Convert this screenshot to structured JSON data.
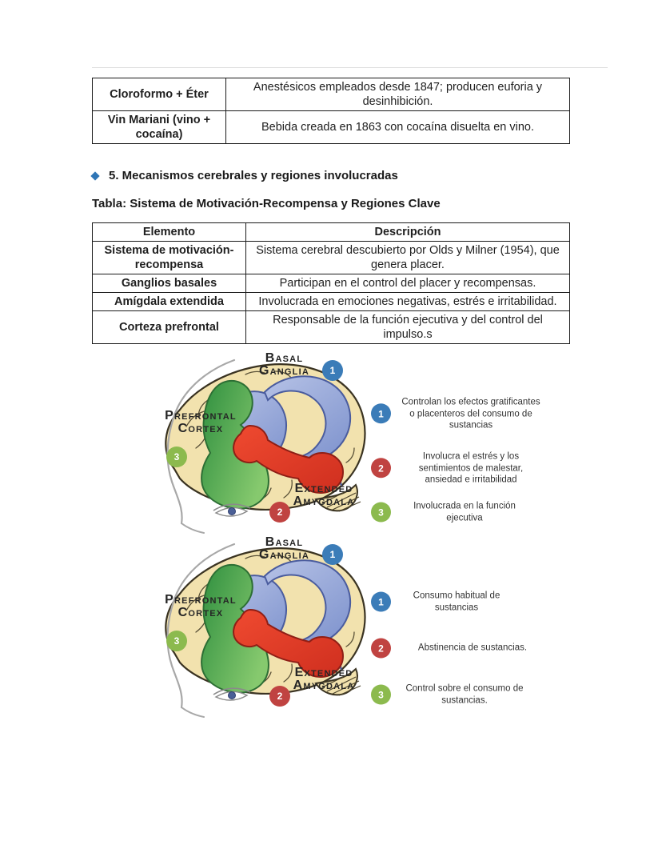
{
  "substances_table": {
    "rows": [
      {
        "term": "Cloroformo + Éter",
        "desc": "Anestésicos empleados desde 1847; producen euforia y desinhibición."
      },
      {
        "term": "Vin Mariani (vino + cocaína)",
        "desc": "Bebida creada en 1863 con cocaína disuelta en vino."
      }
    ]
  },
  "section": {
    "bullet_icon": "blue-diamond",
    "heading": "5. Mecanismos cerebrales y regiones involucradas"
  },
  "table_title": "Tabla: Sistema de Motivación-Recompensa y Regiones Clave",
  "reward_table": {
    "headers": {
      "element": "Elemento",
      "description": "Descripción"
    },
    "rows": [
      {
        "element": "Sistema de motivación-recompensa",
        "description": "Sistema cerebral descubierto por Olds y Milner (1954), que genera placer."
      },
      {
        "element": "Ganglios basales",
        "description": "Participan en el control del placer y recompensas."
      },
      {
        "element": "Amígdala extendida",
        "description": "Involucrada en emociones negativas, estrés e irritabilidad."
      },
      {
        "element": "Corteza prefrontal",
        "description": "Responsable de la función ejecutiva y del control del impulso.s"
      }
    ]
  },
  "brain_figure": {
    "labels": {
      "basal_line1": "Basal",
      "basal_line2": "Ganglia",
      "prefrontal_line1": "Prefrontal",
      "prefrontal_line2": "Cortex",
      "amygdala_line1": "Extended",
      "amygdala_line2": "Amygdala"
    },
    "markers": {
      "m1": "1",
      "m2": "2",
      "m3": "3"
    }
  },
  "diagram1": {
    "annotations": [
      {
        "num": "1",
        "color": "#3b7cb8",
        "text": "Controlan los efectos gratificantes o placenteros del consumo de sustancias"
      },
      {
        "num": "2",
        "color": "#c04341",
        "text": "Involucra el estrés y los sentimientos de malestar, ansiedad e irritabilidad"
      },
      {
        "num": "3",
        "color": "#8cba4e",
        "text": "Involucrada en la función ejecutiva"
      }
    ]
  },
  "diagram2": {
    "annotations": [
      {
        "num": "1",
        "color": "#3b7cb8",
        "text": "Consumo habitual de sustancias"
      },
      {
        "num": "2",
        "color": "#c04341",
        "text": "Abstinencia de sustancias."
      },
      {
        "num": "3",
        "color": "#8cba4e",
        "text": "Control sobre el consumo de sustancias."
      }
    ]
  },
  "colors": {
    "accent_blue": "#2e75b6",
    "marker_blue": "#3b7cb8",
    "marker_red": "#c04341",
    "marker_green": "#8cba4e",
    "brain_tan": "#f2e2ae",
    "basal_blue": "#9fafd9",
    "prefrontal_green": "#3f9c4a",
    "amygdala_red": "#e0392a"
  }
}
